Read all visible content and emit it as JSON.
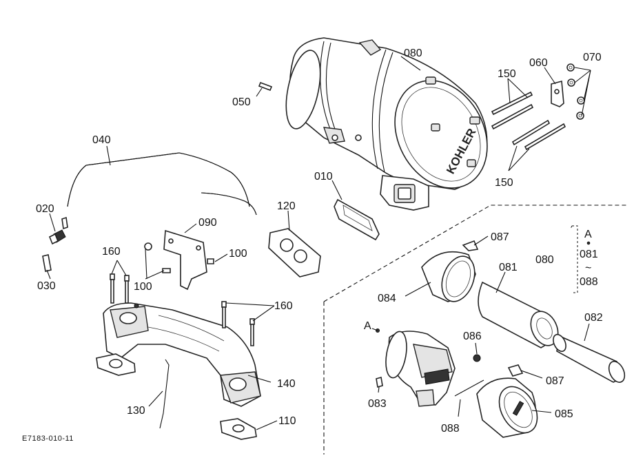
{
  "figure_code": "E7183-010-11",
  "brand_text": "KOHLER",
  "callouts": {
    "p010": "010",
    "p020": "020",
    "p030": "030",
    "p040": "040",
    "p050": "050",
    "p060": "060",
    "p070": "070",
    "p080": "080",
    "p080b": "080",
    "p081": "081",
    "p082": "082",
    "p083": "083",
    "p084": "084",
    "p085": "085",
    "p086": "086",
    "p087a": "087",
    "p087b": "087",
    "p088": "088",
    "p090": "090",
    "p100a": "100",
    "p100b": "100",
    "p110": "110",
    "p120": "120",
    "p130": "130",
    "p140": "140",
    "p150a": "150",
    "p150b": "150",
    "p160a": "160",
    "p160b": "160"
  },
  "reference": {
    "marker_a1": "A",
    "marker_a2": "A",
    "range_from": "081",
    "range_sep": "~",
    "range_to": "088"
  }
}
